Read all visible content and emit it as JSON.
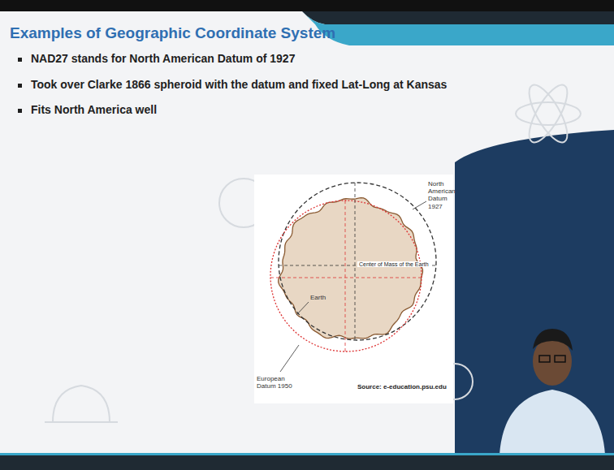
{
  "diagram": {
    "title": "Examples of Geographic Coordinate System",
    "labels": [
      "NAD27 stands for North American Datum of 1927",
      "Took over Clarke 1866 spheroid with the datum and fixed Lat-Long at Kansas",
      "Fits North America well",
      "North American Datum 1927",
      "Center of Mass of the Earth",
      "Earth",
      "European Datum 1950",
      "Source: e-education.psu.edu"
    ]
  }
}
